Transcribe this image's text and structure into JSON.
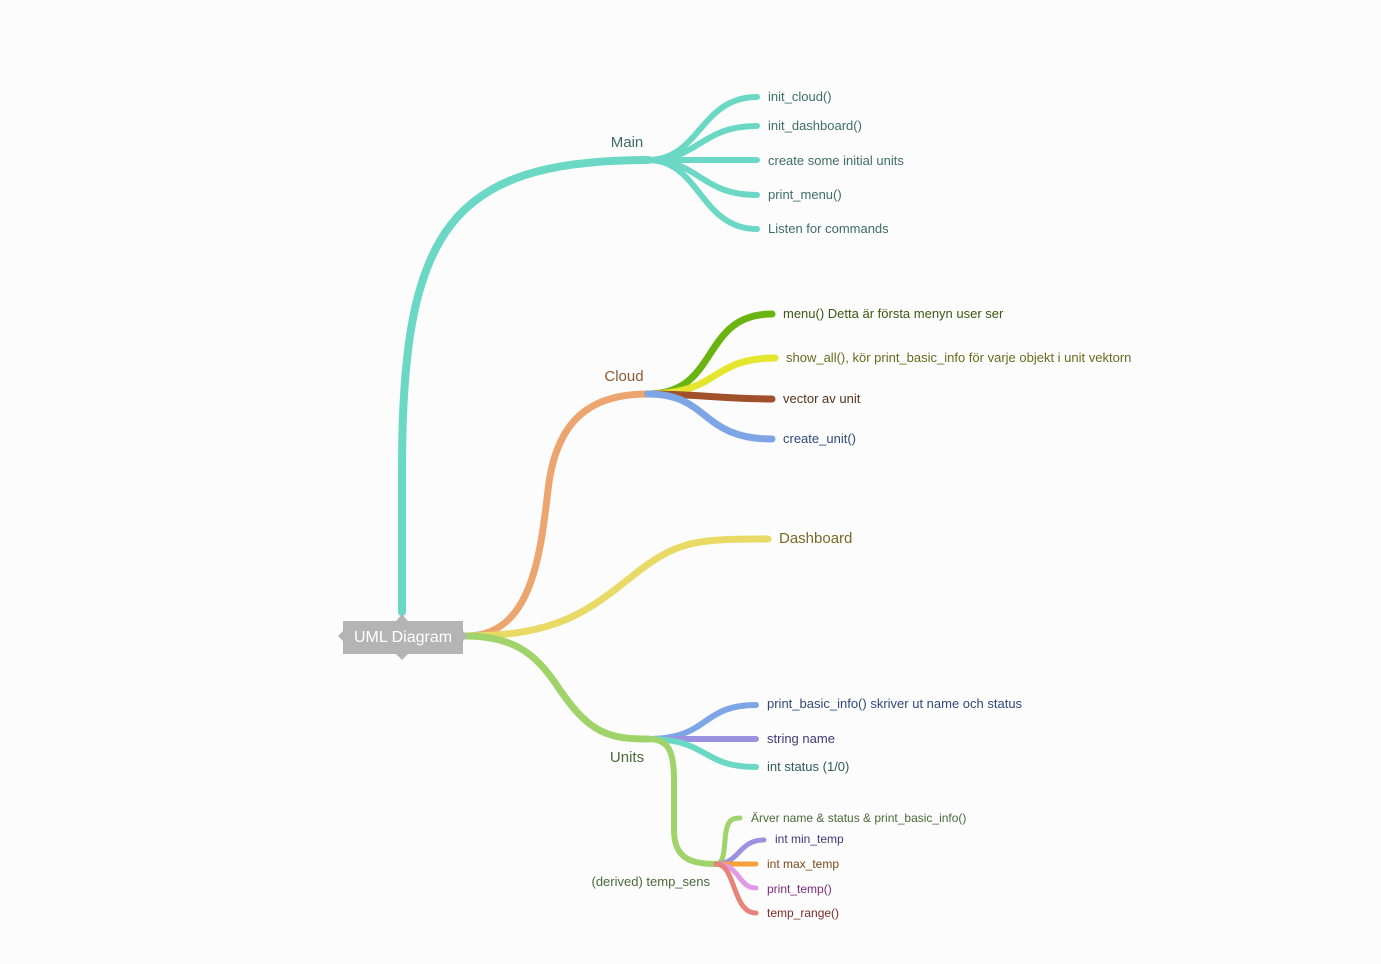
{
  "root": {
    "label": "UML Diagram",
    "color": "#b4b4b4"
  },
  "main": {
    "label": "Main",
    "color": "#6ad8c4",
    "text_color": "#3e6e66",
    "children": [
      {
        "label": "init_cloud()"
      },
      {
        "label": "init_dashboard()"
      },
      {
        "label": "create some initial units"
      },
      {
        "label": "print_menu()"
      },
      {
        "label": "Listen for commands"
      }
    ]
  },
  "cloud": {
    "label": "Cloud",
    "color": "#eda56f",
    "text_color": "#8a5a33",
    "children": [
      {
        "label": "menu() Detta är första menyn user ser",
        "color": "#6ab412",
        "text_color": "#3a5a10"
      },
      {
        "label": "show_all(), kör print_basic_info för varje objekt i unit vektorn",
        "color": "#e4e62e",
        "text_color": "#6a6a20"
      },
      {
        "label": "vector av unit",
        "color": "#a0502a",
        "text_color": "#5a3418"
      },
      {
        "label": "create_unit()",
        "color": "#7ea6e6",
        "text_color": "#2e4a7a"
      }
    ]
  },
  "dashboard": {
    "label": "Dashboard",
    "color": "#e9da66",
    "text_color": "#7a6a28"
  },
  "units": {
    "label": "Units",
    "color": "#a0d46a",
    "text_color": "#4a6a3a",
    "children": [
      {
        "label": "print_basic_info() skriver ut name och status",
        "color": "#7ea6e6",
        "text_color": "#2e4a7a"
      },
      {
        "label": "string name",
        "color": "#9a92e0",
        "text_color": "#3e3a7a"
      },
      {
        "label": "int status (1/0)",
        "color": "#6ad8c4",
        "text_color": "#2e5a5a"
      }
    ],
    "derived": {
      "label": "(derived) temp_sens",
      "color": "#a0d46a",
      "text_color": "#4a6a3a",
      "children": [
        {
          "label": "Ärver name & status & print_basic_info()",
          "color": "#a0d46a",
          "text_color": "#4a6a3a"
        },
        {
          "label": "int min_temp",
          "color": "#9a92e0",
          "text_color": "#3e3a7a"
        },
        {
          "label": "int max_temp",
          "color": "#f6a03a",
          "text_color": "#7a4a18"
        },
        {
          "label": "print_temp()",
          "color": "#e29ae6",
          "text_color": "#7a2a7a"
        },
        {
          "label": "temp_range()",
          "color": "#e8837a",
          "text_color": "#7a2e28"
        }
      ]
    }
  }
}
